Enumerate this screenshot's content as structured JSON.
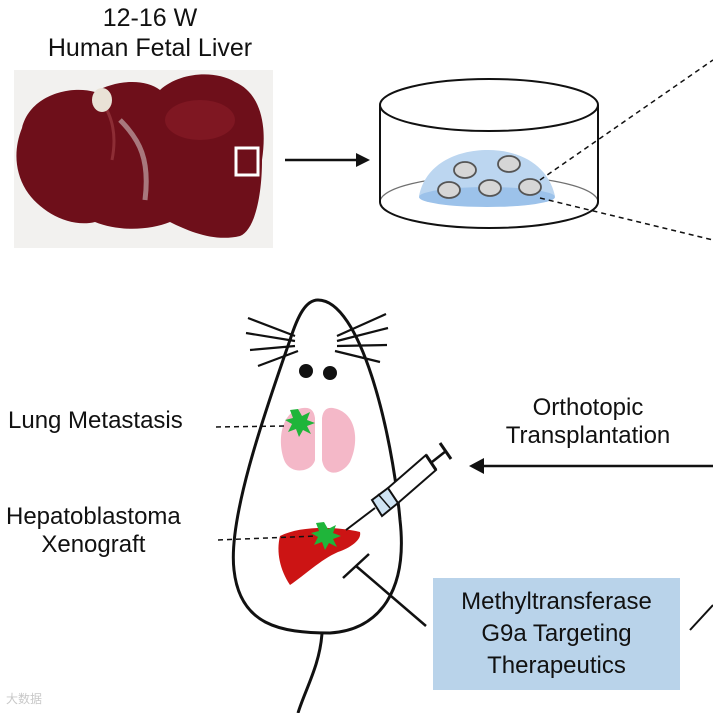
{
  "title": {
    "line1": "12-16 W",
    "line2": "Human Fetal Liver"
  },
  "labels": {
    "lung_metastasis": "Lung Metastasis",
    "hepatoblastoma_line1": "Hepatoblastoma",
    "hepatoblastoma_line2": "Xenograft",
    "orthotopic_line1": "Orthotopic",
    "orthotopic_line2": "Transplantation"
  },
  "therapeutics_box": {
    "line1": "Methyltransferase",
    "line2": "G9a Targeting",
    "line3": "Therapeutics"
  },
  "watermark": "大数据",
  "colors": {
    "liver_photo": "#6e0f1a",
    "gel_dome": "#bcd6f0",
    "lungs": "#f4b8c8",
    "liver_organ": "#cc1414",
    "tumor_star": "#1fb53a",
    "box": "#b9d3ea"
  },
  "icons": [
    "liver-photo",
    "culture-dish",
    "mouse-outline",
    "syringe",
    "tumor-star-icon",
    "arrow-icon",
    "inhibition-bar-icon"
  ]
}
